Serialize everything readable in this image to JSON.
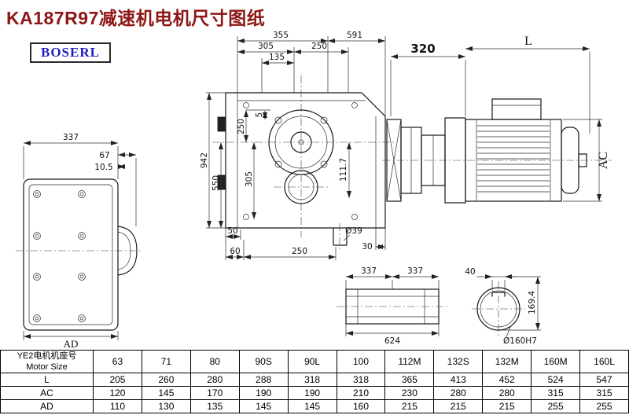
{
  "title": "KA187R97减速机电机尺寸图纸",
  "logo": "BOSERL",
  "colors": {
    "title": "#8e1616",
    "logo_text": "#2020c0",
    "line": "#161616"
  },
  "dims": {
    "front": {
      "w337": "337",
      "d67": "67",
      "d105": "10.5",
      "ad": "AD"
    },
    "main": {
      "d355": "355",
      "d591": "591",
      "d305top": "305",
      "d250top": "250",
      "d135": "135",
      "d942": "942",
      "d550": "550",
      "d250left": "250",
      "d305left": "305",
      "d5": "5",
      "d1117": "111.7",
      "d50": "50",
      "d60": "60",
      "d250bot": "250",
      "d39": "Ø39",
      "d30": "30"
    },
    "motor": {
      "d320": "320",
      "L": "L",
      "AC": "AC"
    },
    "shaft": {
      "d337a": "337",
      "d337b": "337",
      "d624": "624"
    },
    "end": {
      "d40": "40",
      "d1694": "169.4",
      "d160": "Ø160H7"
    }
  },
  "table": {
    "col0_line1": "YE2电机机座号",
    "col0_line2": "Motor Size",
    "sizes": [
      "63",
      "71",
      "80",
      "90S",
      "90L",
      "100",
      "112M",
      "132S",
      "132M",
      "160M",
      "160L"
    ],
    "rows": [
      {
        "label": "L",
        "values": [
          "205",
          "260",
          "280",
          "288",
          "318",
          "318",
          "365",
          "413",
          "452",
          "524",
          "547"
        ]
      },
      {
        "label": "AC",
        "values": [
          "120",
          "145",
          "170",
          "190",
          "190",
          "210",
          "230",
          "280",
          "280",
          "315",
          "315"
        ]
      },
      {
        "label": "AD",
        "values": [
          "110",
          "130",
          "135",
          "145",
          "145",
          "160",
          "215",
          "215",
          "215",
          "255",
          "255"
        ]
      }
    ]
  }
}
